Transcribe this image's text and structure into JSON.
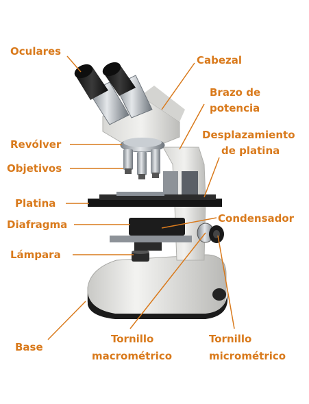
{
  "labels": {
    "oculares": "Oculares",
    "cabezal": "Cabezal",
    "brazo_line1": "Brazo de",
    "brazo_line2": "potencia",
    "revolver": "Revólver",
    "desplazamiento_line1": "Desplazamiento",
    "desplazamiento_line2": "de platina",
    "objetivos": "Objetivos",
    "platina": "Platina",
    "condensador": "Condensador",
    "diafragma": "Diafragma",
    "lampara": "Lámpara",
    "base": "Base",
    "macro_line1": "Tornillo",
    "macro_line2": "macrométrico",
    "micro_line1": "Tornillo",
    "micro_line2": "micrométrico"
  },
  "colors": {
    "label_orange": "#d97a1c",
    "body_white": "#e9e9e6",
    "body_black": "#1e1e1e",
    "metal": "#9aa0a6"
  }
}
